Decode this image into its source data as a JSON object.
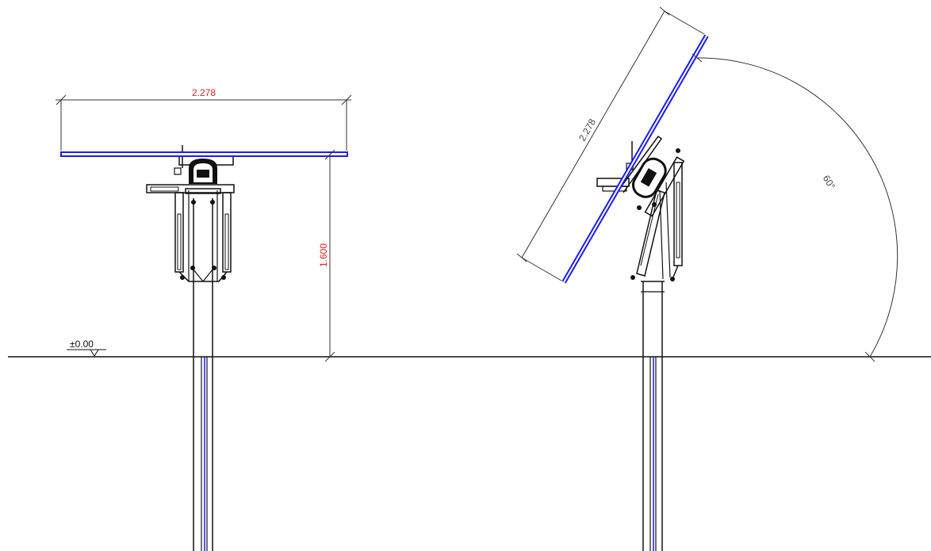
{
  "drawing": {
    "ground_level": "±0.00",
    "flat_tracker": {
      "panel_width_label": "2.278",
      "height_label": "1.600"
    },
    "tilted_tracker": {
      "panel_width_label": "2.278",
      "tilt_angle_label": "60°"
    }
  },
  "colors": {
    "panel": "#1a1aff",
    "dimension_text_red": "#e02020",
    "dimension_text_grey": "#444444",
    "line": "#111111"
  }
}
